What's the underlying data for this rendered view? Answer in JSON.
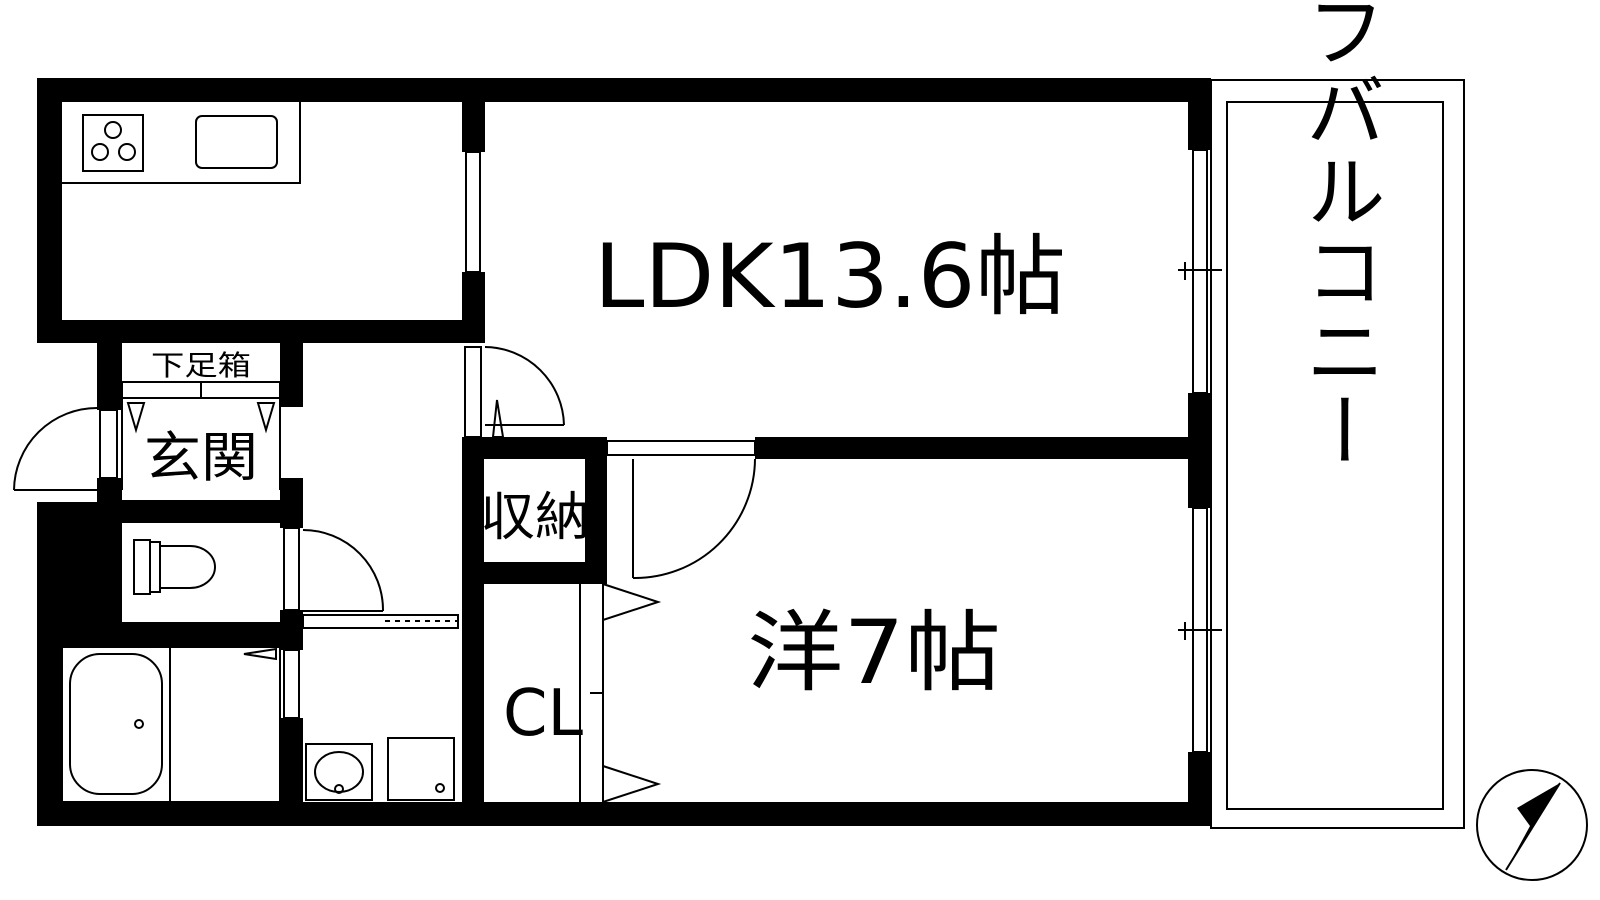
{
  "rooms": {
    "ldk": "LDK13.6帖",
    "western": "洋7帖",
    "closet": "CL",
    "storage": "収納",
    "entrance": "玄関",
    "shoe_box": "下足箱",
    "roof_balcony": "ルーフバルコニー"
  },
  "icons": {
    "compass": "north-arrow-icon",
    "stove": "gas-stove-icon",
    "sink": "kitchen-sink-icon",
    "toilet": "toilet-icon",
    "bathtub": "bathtub-icon",
    "washbasin": "washbasin-icon",
    "washer": "washing-machine-icon"
  },
  "colors": {
    "wall": "#000000",
    "background": "#ffffff"
  }
}
